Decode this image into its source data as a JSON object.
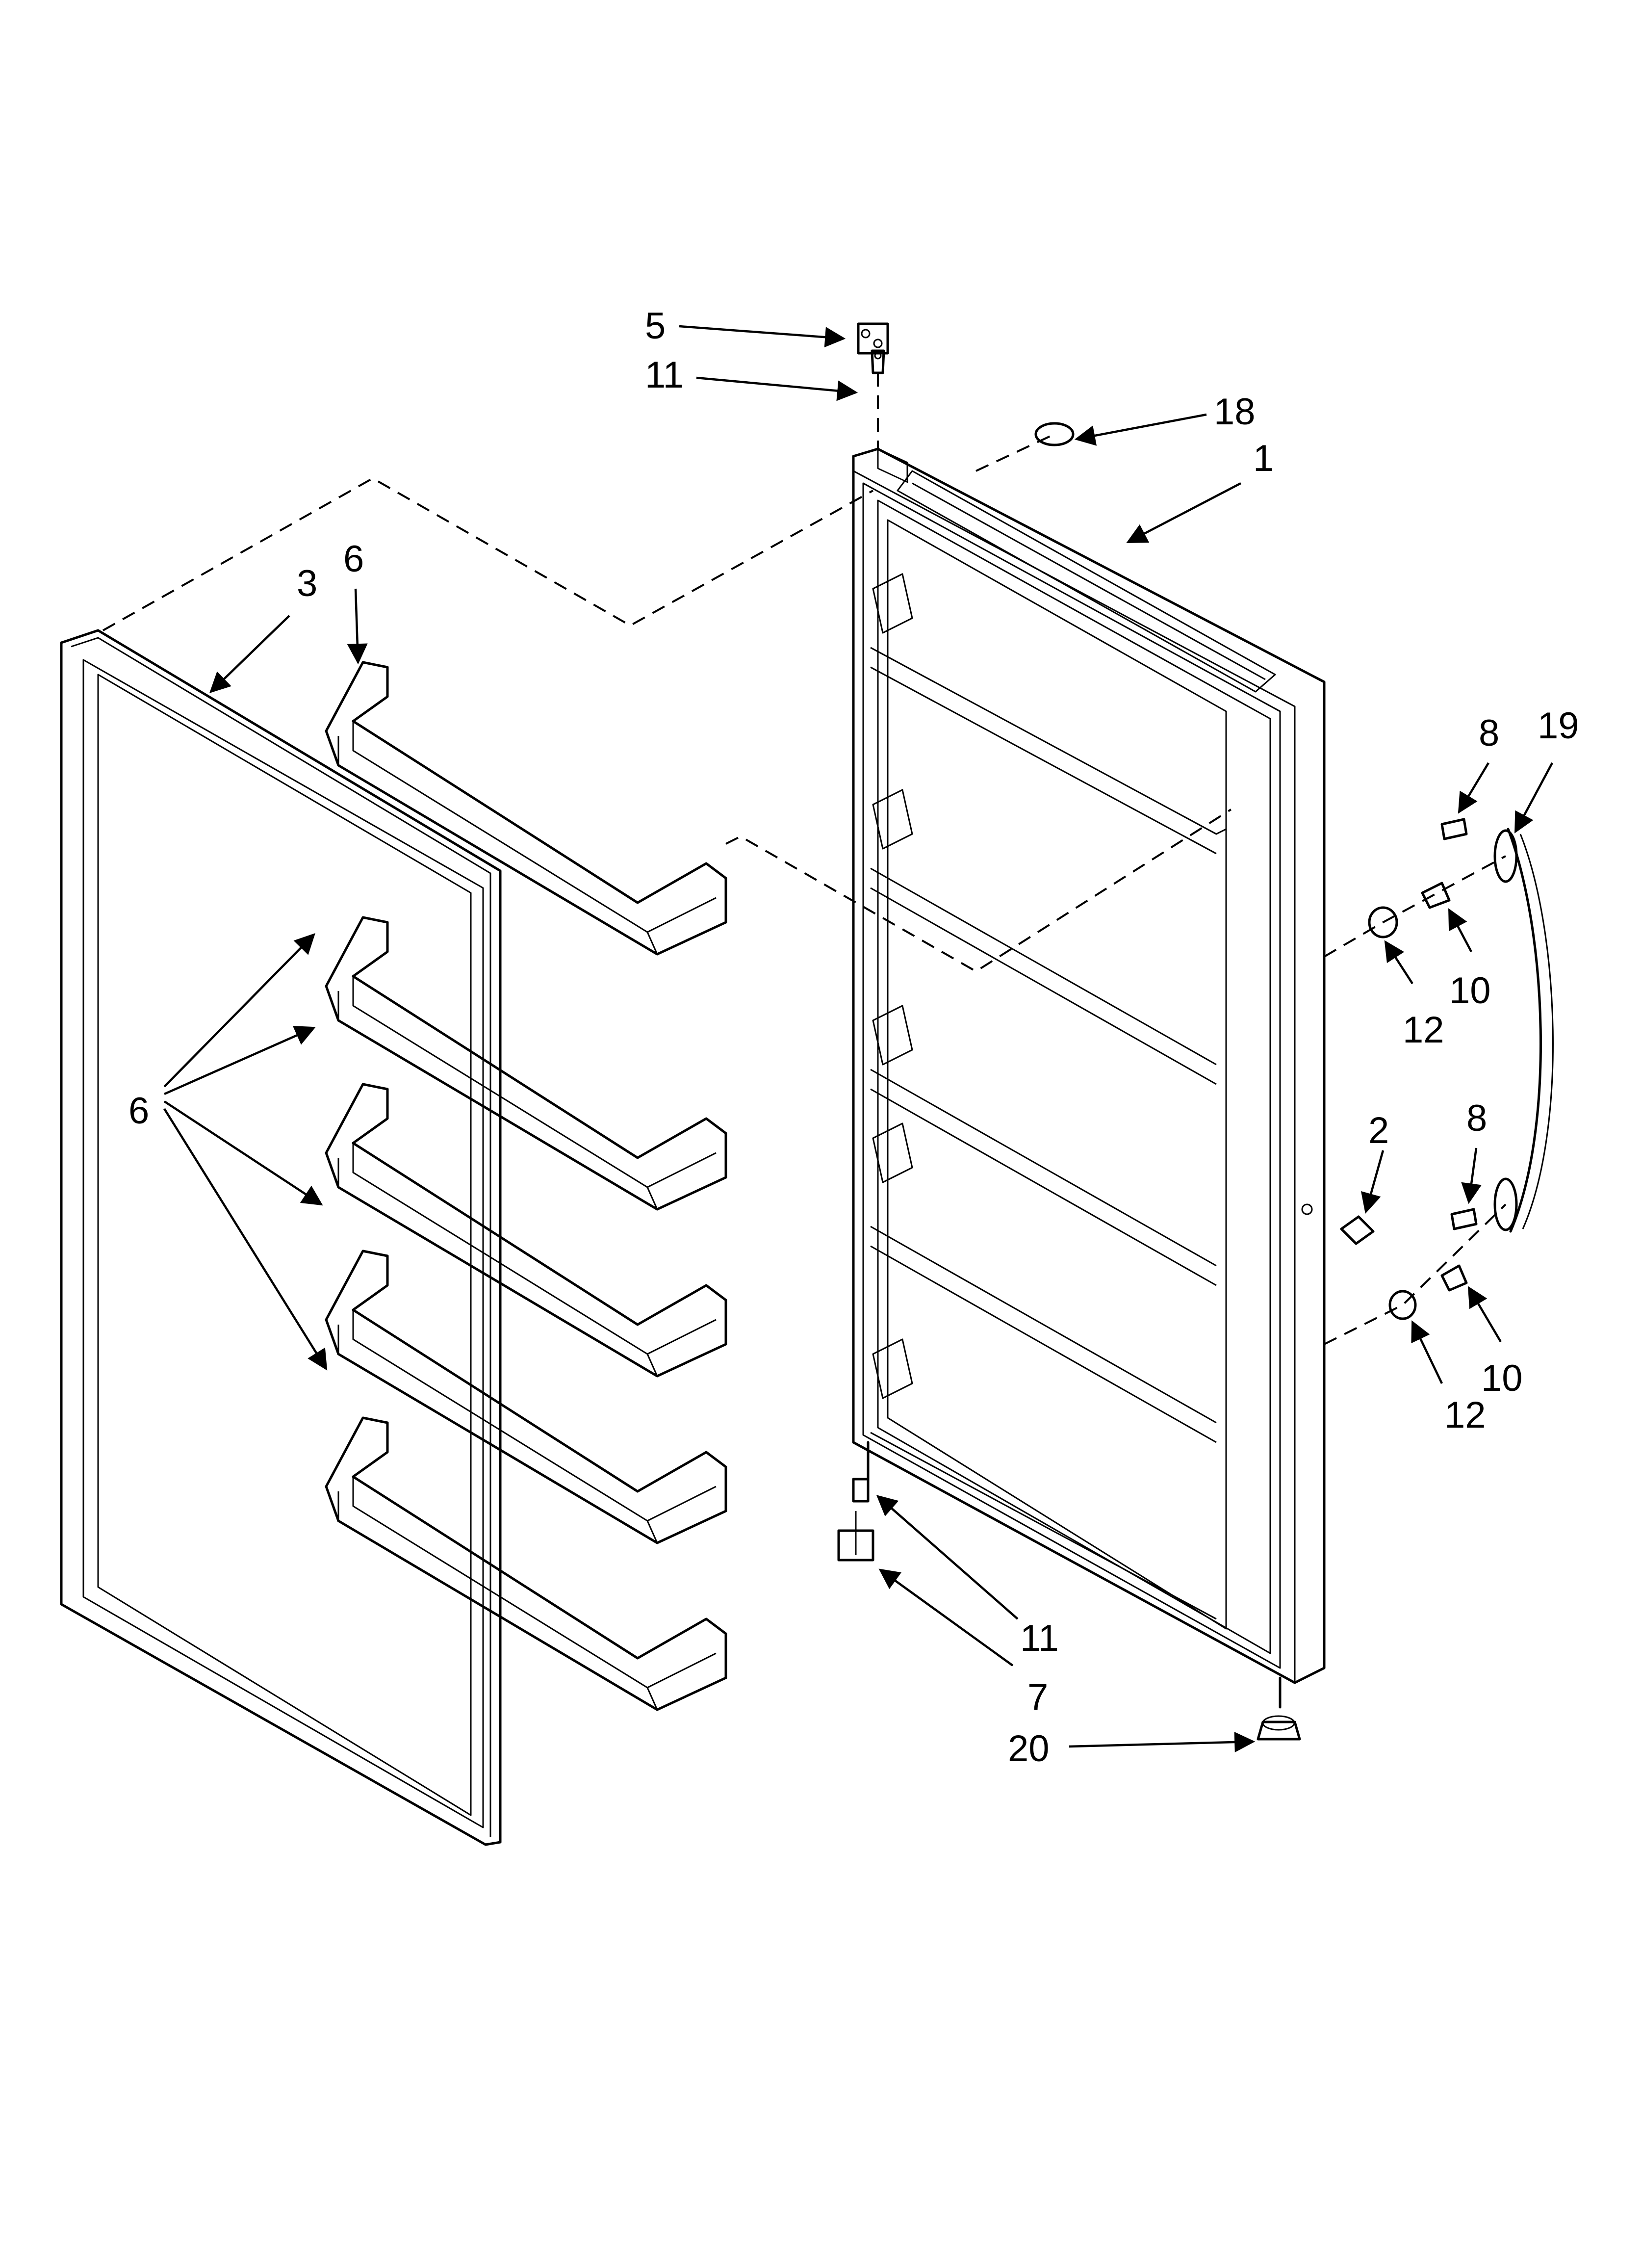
{
  "callouts": {
    "c1": "1",
    "c2": "2",
    "c3": "3",
    "c5": "5",
    "c6a": "6",
    "c6b": "6",
    "c7": "7",
    "c8a": "8",
    "c8b": "8",
    "c10a": "10",
    "c10b": "10",
    "c11a": "11",
    "c11b": "11",
    "c12a": "12",
    "c12b": "12",
    "c18": "18",
    "c19": "19",
    "c20": "20"
  }
}
